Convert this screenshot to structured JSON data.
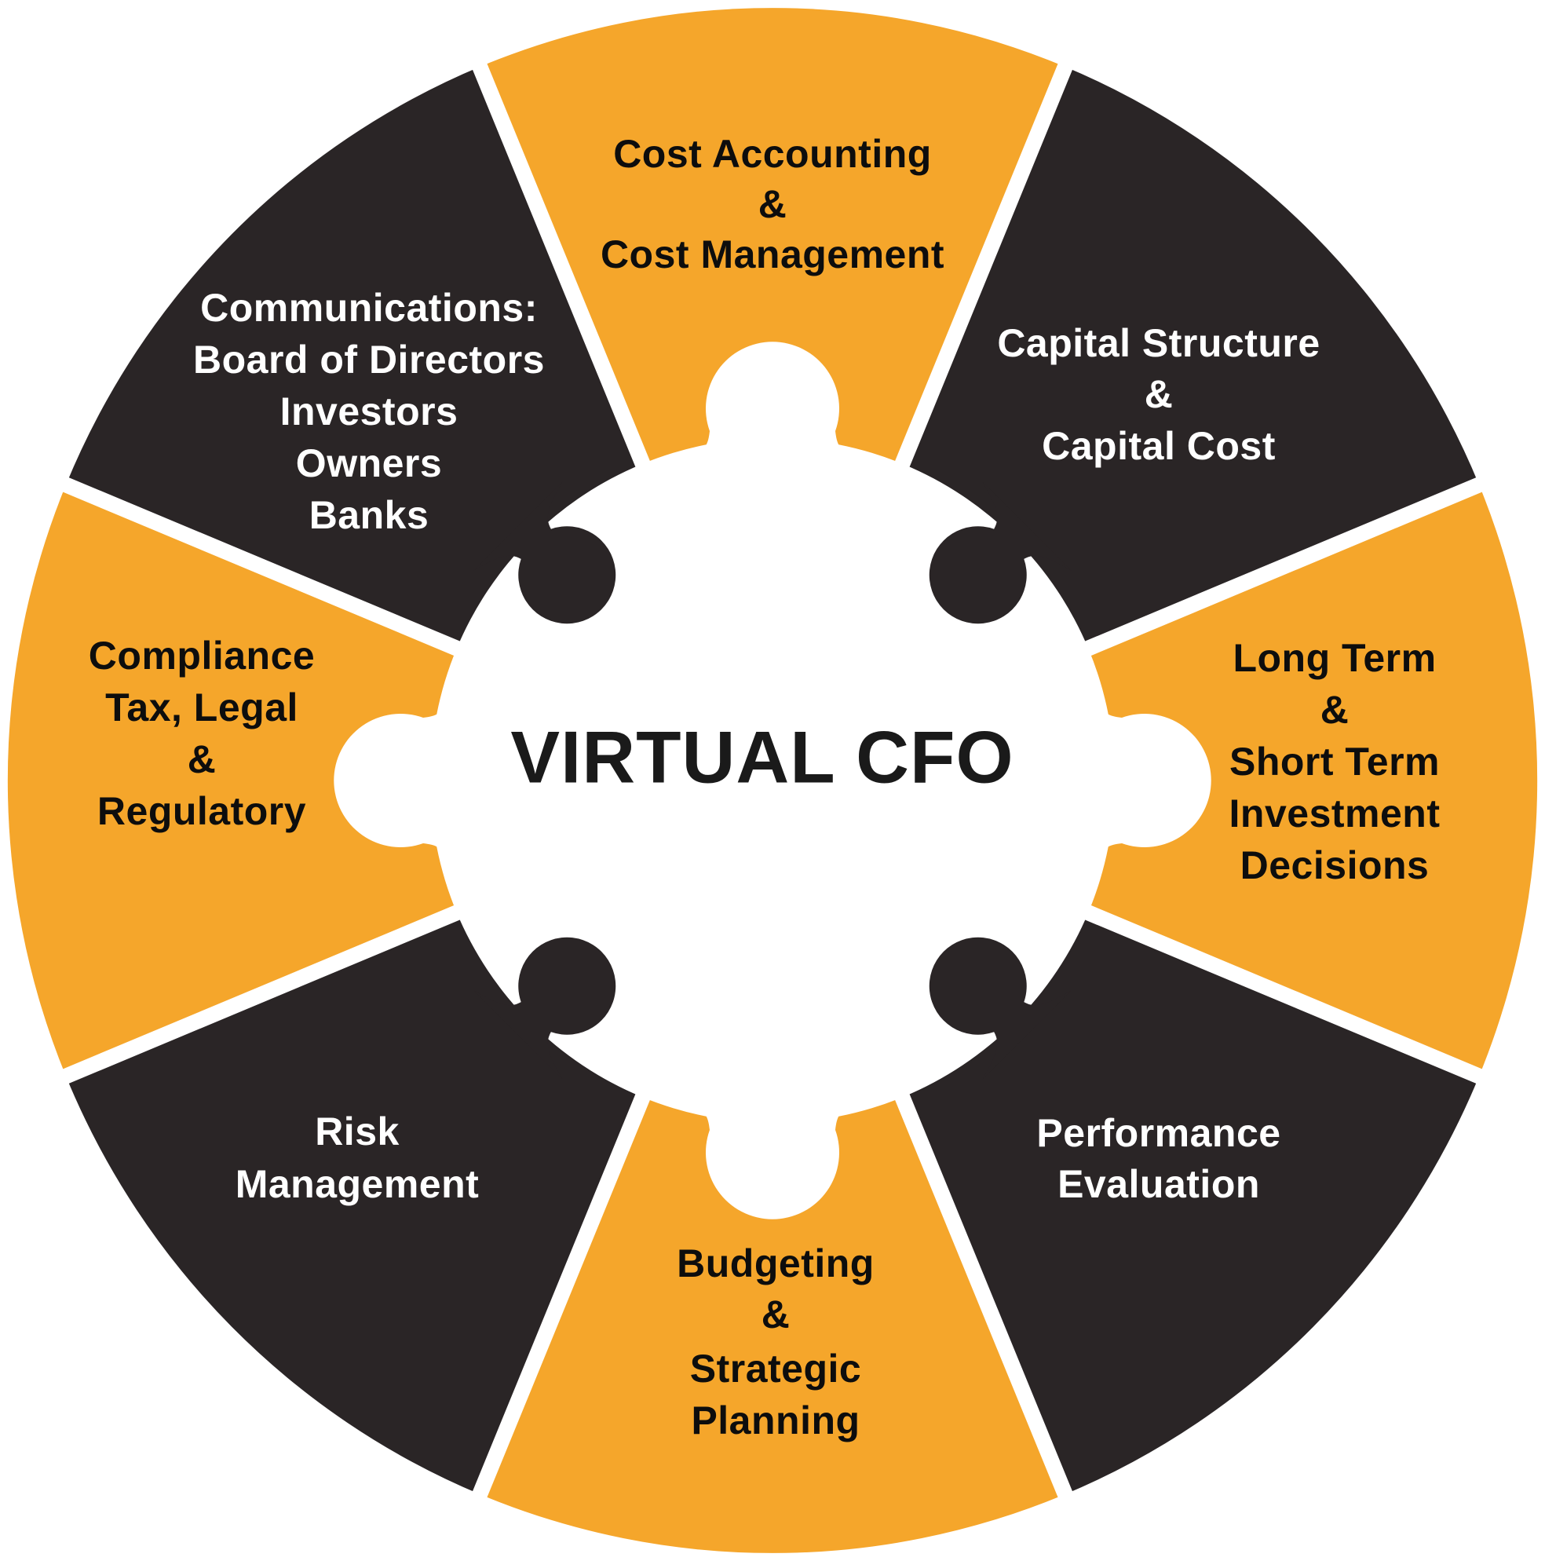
{
  "title": "VIRTUAL CFO",
  "colors": {
    "orange": "#F5A62B",
    "black": "#2A2526",
    "text_on_orange": "#0D0D0D",
    "text_on_black": "#FFFFFF",
    "center_text": "#1A1A1A",
    "background": "#FFFFFF"
  },
  "segments": [
    {
      "id": "cost-accounting",
      "color": "orange",
      "position": "top",
      "lines": [
        "Cost Accounting",
        "&",
        "Cost Management"
      ]
    },
    {
      "id": "capital-structure",
      "color": "black",
      "position": "top-right",
      "lines": [
        "Capital Structure",
        "&",
        "Capital Cost"
      ]
    },
    {
      "id": "investment-decisions",
      "color": "orange",
      "position": "right",
      "lines": [
        "Long Term",
        "&",
        "Short Term",
        "Investment",
        "Decisions"
      ]
    },
    {
      "id": "performance-evaluation",
      "color": "black",
      "position": "bottom-right",
      "lines": [
        "Performance",
        "Evaluation"
      ]
    },
    {
      "id": "budgeting",
      "color": "orange",
      "position": "bottom",
      "lines": [
        "Budgeting",
        "&",
        "Strategic",
        "Planning"
      ]
    },
    {
      "id": "risk-management",
      "color": "black",
      "position": "bottom-left",
      "lines": [
        "Risk",
        "Management"
      ]
    },
    {
      "id": "compliance",
      "color": "orange",
      "position": "left",
      "lines": [
        "Compliance",
        "Tax, Legal",
        "&",
        "Regulatory"
      ]
    },
    {
      "id": "communications",
      "color": "black",
      "position": "top-left",
      "lines": [
        "Communications:",
        "Board of Directors",
        "Investors",
        "Owners",
        "Banks"
      ]
    }
  ]
}
